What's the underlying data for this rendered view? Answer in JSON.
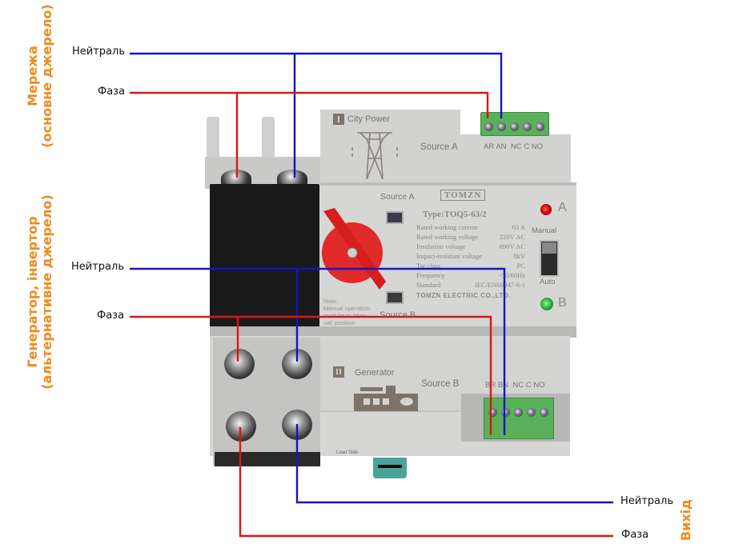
{
  "sections": {
    "mains": {
      "title": "Мережа",
      "subtitle": "(основне джерело)"
    },
    "generator": {
      "title": "Генератор, інвертор",
      "subtitle": "(альтернативне джерело)"
    },
    "output": {
      "title": "Вихід"
    }
  },
  "wires": {
    "mains_neutral": "Нейтраль",
    "mains_phase": "Фаза",
    "gen_neutral": "Нейтраль",
    "gen_phase": "Фаза",
    "out_neutral": "Нейтраль",
    "out_phase": "Фаза"
  },
  "colors": {
    "neutral": "#1414c8",
    "phase": "#e01414",
    "accent": "#f08a1c"
  },
  "device": {
    "brand": "TOMZN",
    "type": "Type:TOQ5-63/2",
    "source_a_panel": {
      "roman": "I",
      "name": "City Power",
      "source": "Source A",
      "terminals": [
        "AR",
        "AN",
        "NC",
        "C",
        "NO"
      ]
    },
    "source_b_panel": {
      "roman": "II",
      "name": "Generator",
      "source": "Source B",
      "terminals": [
        "BR",
        "BN",
        "NC",
        "C",
        "NO"
      ]
    },
    "window_a_label": "Source A",
    "window_b_label": "Source B",
    "specs": [
      {
        "name": "Rated working current",
        "value": "63 A"
      },
      {
        "name": "Rated working voltage",
        "value": "220V AC"
      },
      {
        "name": "Insulation voltage",
        "value": "690V AC"
      },
      {
        "name": "Impact-resistant voltage",
        "value": "8kV"
      },
      {
        "name": "Tse class",
        "value": "PC"
      },
      {
        "name": "Frequency",
        "value": "~50/60Hz"
      },
      {
        "name": "Standard",
        "value": "IEC/EN60947-6-1"
      }
    ],
    "manufacturer": "TOMZN ELECTRIC CO.,LTD.",
    "indicator_a": "A",
    "indicator_b": "B",
    "mode_manual": "Manual",
    "mode_auto": "Auto",
    "note": [
      "Note:",
      "Manual operation",
      "must be in 'Man-",
      "ual' position"
    ],
    "load_side": "Load Side"
  }
}
